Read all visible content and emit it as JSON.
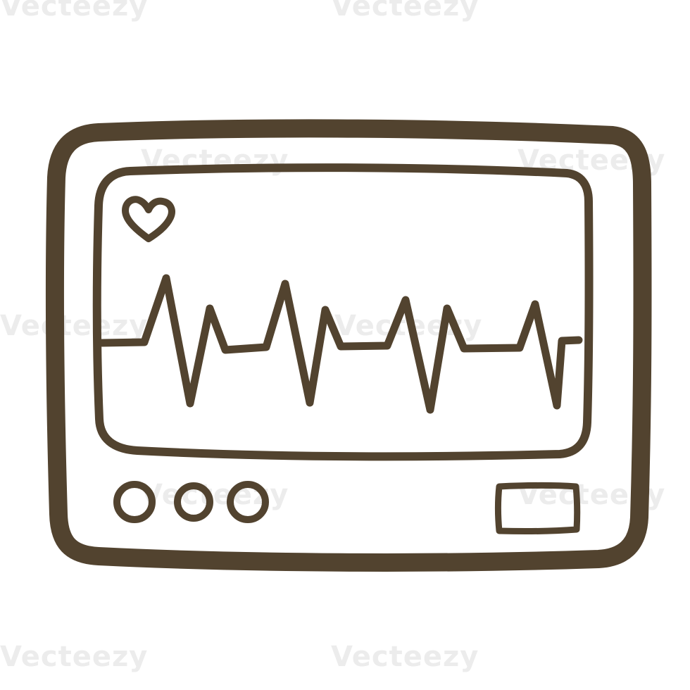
{
  "colors": {
    "ink": "#52432f",
    "background": "#ffffff",
    "watermark": "#ececec"
  },
  "watermark": {
    "text": "Vecteezy"
  },
  "icon": {
    "name": "heart-monitor-icon",
    "screen": {
      "symbol": "heart-icon",
      "waveform": "heartbeat-line-icon"
    },
    "buttons": 3,
    "panel": "display-panel"
  }
}
